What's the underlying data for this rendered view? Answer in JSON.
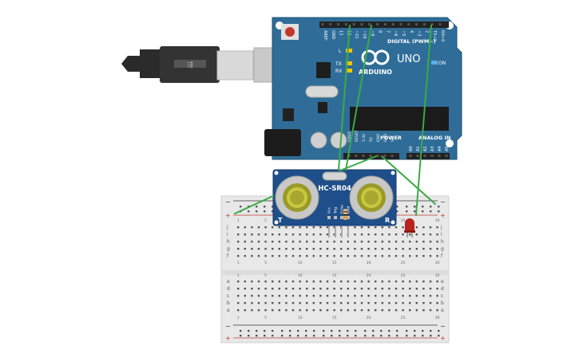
{
  "arduino": {
    "brand": "ARDUINO",
    "model": "UNO",
    "digital_header": "DIGITAL (PWM~)",
    "power_label": "POWER",
    "analog_label": "ANALOG IN",
    "led_l": "L",
    "led_tx": "TX",
    "led_rx": "RX",
    "led_on": "ON",
    "top_pins": [
      "AREF",
      "GND",
      "13",
      "12",
      "~11",
      "~10",
      "~9",
      "8",
      "7",
      "~6",
      "~5",
      "4",
      "~3",
      "2",
      "TX→1",
      "RX←0"
    ],
    "power_pins": [
      "IOREF",
      "RESET",
      "3.3V",
      "5V",
      "GND",
      "GND",
      "Vin"
    ],
    "analog_pins": [
      "A0",
      "A1",
      "A2",
      "A3",
      "A4",
      "A5"
    ]
  },
  "sensor": {
    "name": "HC-SR04",
    "pin_labels": [
      "Vcc",
      "Trig",
      "Echo",
      "Gnd"
    ],
    "corner_left": "T",
    "corner_right": "R"
  },
  "breadboard": {
    "row_letters_top": [
      "j",
      "i",
      "h",
      "g",
      "f"
    ],
    "row_letters_bottom": [
      "e",
      "d",
      "c",
      "b",
      "a"
    ],
    "column_numbers": [
      "1",
      "5",
      "10",
      "15",
      "20",
      "25",
      "30"
    ],
    "rail_minus": "−",
    "rail_plus": "+"
  },
  "colors": {
    "board": "#2f6d98",
    "wire": "#3aaa46",
    "led": "#b8231c",
    "sensor": "#1f4f8a",
    "usb": "#2b2b2b"
  }
}
